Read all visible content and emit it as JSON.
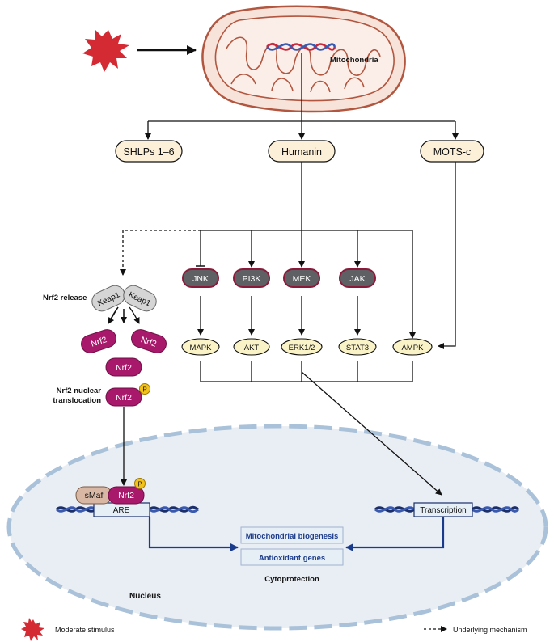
{
  "top": {
    "mitochondria": "Mitochondria",
    "peptides": [
      "SHLPs 1–6",
      "Humanin",
      "MOTS-c"
    ]
  },
  "kinases": [
    "JNK",
    "PI3K",
    "MEK",
    "JAK"
  ],
  "effectors": [
    "MAPK",
    "AKT",
    "ERK1/2",
    "STAT3",
    "AMPK"
  ],
  "nrf2_pathway": {
    "release_label": "Nrf2 release",
    "keap1": "Keap1",
    "nrf2": "Nrf2",
    "translocation_label": [
      "Nrf2 nuclear",
      "translocation"
    ],
    "phospho": "P",
    "smaf": "sMaf",
    "are": "ARE"
  },
  "nucleus": {
    "label": "Nucleus",
    "transcription": "Transcription",
    "outcomes": [
      "Mitochondrial biogenesis",
      "Antioxidant genes"
    ],
    "cytoprotection": "Cytoprotection"
  },
  "legend": {
    "stimulus": "Moderate stimulus",
    "dotted": "Underlying mechanism"
  },
  "colors": {
    "mito_fill": "#f7e3da",
    "mito_stroke": "#b2563f",
    "peptide_fill": "#fdf0d8",
    "kinase_fill": "#5e6064",
    "kinase_stroke": "#8b1a3a",
    "effector_fill": "#fbf3c8",
    "nrf2_fill": "#a8196b",
    "keap1_fill": "#d5d5d5",
    "smaf_fill": "#d8b8a4",
    "phospho_fill": "#f3c21a",
    "outcome_fill": "#e6eef6",
    "outcome_text": "#1d3d8a",
    "nucleus_fill": "#e9eef4",
    "nucleus_dash": "#a9c1d9",
    "dark_blue_arrow": "#1a3a8c",
    "dna_red": "#c8283c",
    "dna_blue": "#3a5ab0",
    "dna_navy": "#1b2f6b",
    "stimulus_red": "#d42a34"
  }
}
